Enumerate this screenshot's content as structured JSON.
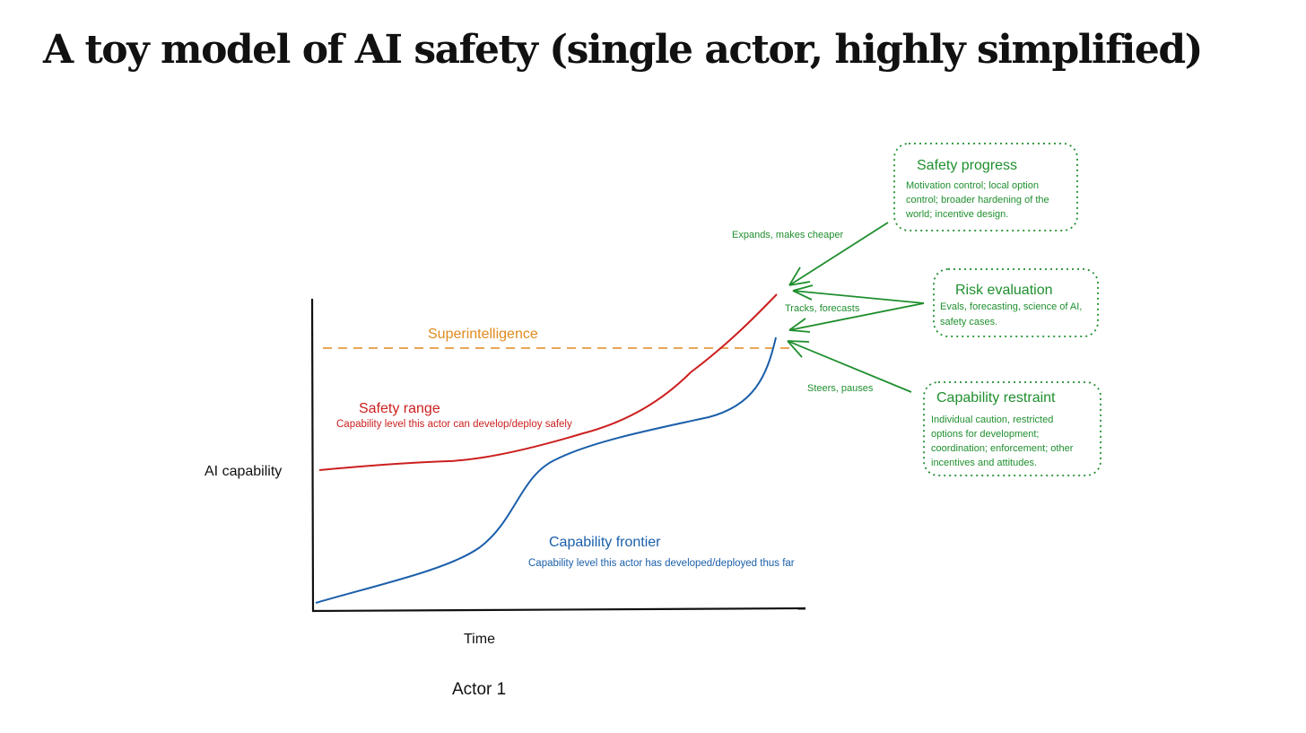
{
  "title": "A toy model of AI safety (single actor, highly simplified)",
  "colors": {
    "title": "#111111",
    "axis": "#111111",
    "safety": "#cc1f1f",
    "frontier": "#1a5faa",
    "superintelligence": "#e08a1e",
    "levers": "#1f8f2e"
  },
  "chart": {
    "y_axis_label": "AI capability",
    "x_axis_label": "Time",
    "caption": "Actor 1",
    "superintelligence_label": "Superintelligence",
    "safety_range": {
      "label": "Safety range",
      "description": "Capability level this actor can develop/deploy safely"
    },
    "capability_frontier": {
      "label": "Capability frontier",
      "description": "Capability level this actor has developed/deployed thus far"
    }
  },
  "levers": [
    {
      "title": "Safety progress",
      "lines": [
        "Motivation control; local option",
        "control; broader hardening of the",
        "world; incentive design."
      ],
      "arrow_label": "Expands, makes cheaper"
    },
    {
      "title": "Risk evaluation",
      "lines": [
        "Evals, forecasting, science of AI,",
        "safety cases."
      ],
      "arrow_label": "Tracks, forecasts"
    },
    {
      "title": "Capability restraint",
      "lines": [
        "Individual caution, restricted",
        "options for development;",
        "coordination; enforcement; other",
        "incentives and attitudes."
      ],
      "arrow_label": "Steers, pauses"
    }
  ]
}
